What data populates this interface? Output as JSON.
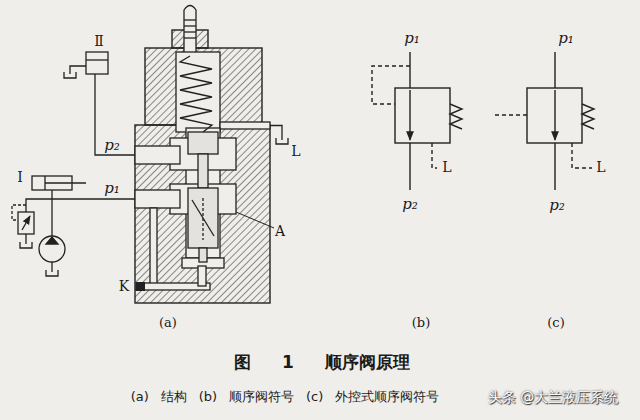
{
  "diagram": {
    "title": "图 1 顺序阀原理",
    "caption": "(a) 结构 (b) 顺序阀符号 (c) 外控式顺序阀符号",
    "labels": [
      "Ⅱ",
      "p₂",
      "L",
      "Ⅰ",
      "p₁",
      "A",
      "K",
      "(a)",
      "p₁",
      "L",
      "p₂",
      "(b)",
      "p₁",
      "L",
      "p₂",
      "(c)",
      "头条 @大兰液压系统"
    ]
  }
}
